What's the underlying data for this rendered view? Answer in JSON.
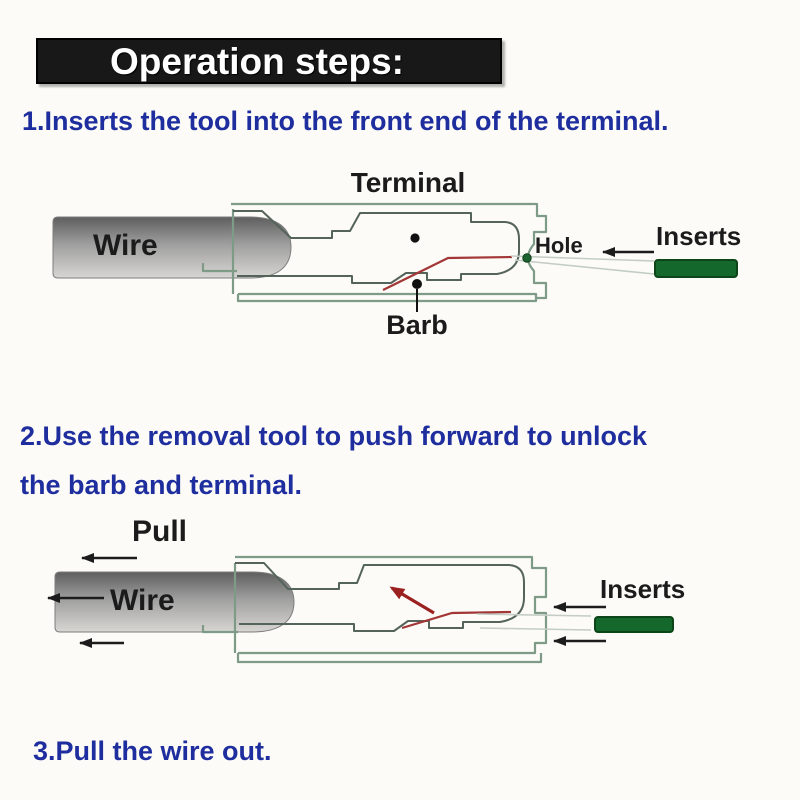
{
  "header": {
    "title": "Operation steps:"
  },
  "steps": {
    "step1": "1.Inserts the tool into the front end of the terminal.",
    "step2_line1": "2.Use the removal tool to push forward to unlock",
    "step2_line2": "the barb and terminal.",
    "step3": "3.Pull the wire out."
  },
  "diagram1": {
    "labels": {
      "terminal": "Terminal",
      "wire": "Wire",
      "hole": "Hole",
      "inserts": "Inserts",
      "barb": "Barb"
    }
  },
  "diagram2": {
    "labels": {
      "pull": "Pull",
      "wire": "Wire",
      "inserts": "Inserts"
    }
  },
  "colors": {
    "step_text": "#1f2e9e",
    "tool_green": "#15682b",
    "tool_green_border": "#0c4517",
    "outline_sage": "#7e9b87",
    "inner_gray": "#55645a",
    "barb_red": "#a33636",
    "arrow_red": "#9b2020",
    "arrow_black": "#1c1c1c",
    "hole_dot_green": "#1d6330"
  }
}
